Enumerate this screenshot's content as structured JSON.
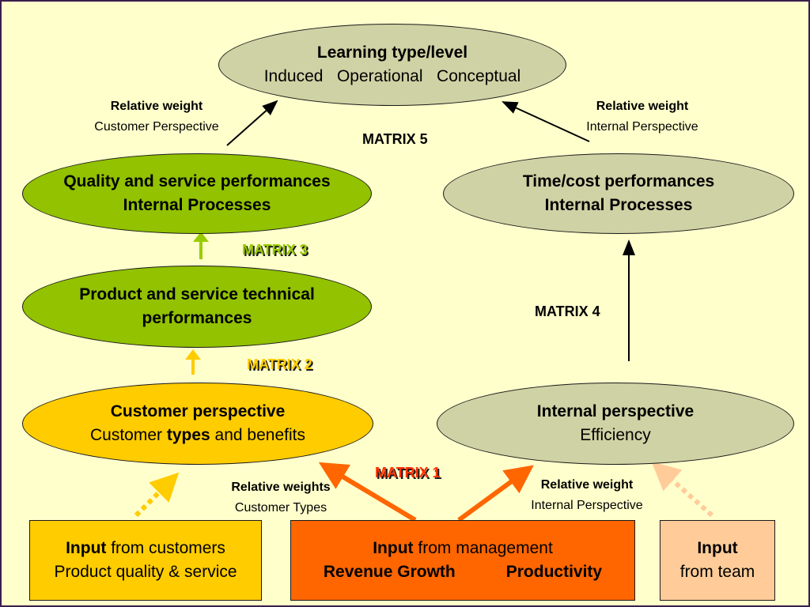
{
  "learning": {
    "title": "Learning type/level",
    "subtitle": "Induced   Operational   Conceptual"
  },
  "quality": {
    "line1": "Quality and service performances",
    "line2": "Internal Processes"
  },
  "timecost": {
    "line1": "Time/cost performances",
    "line2": "Internal Processes"
  },
  "product": {
    "line1": "Product and service technical",
    "line2": "performances"
  },
  "customer": {
    "title": "Customer perspective",
    "pre": "Customer ",
    "bold": "types",
    "post": " and benefits"
  },
  "internal": {
    "title": "Internal perspective",
    "subtitle": "Efficiency"
  },
  "input_customers": {
    "bold": "Input",
    "rest": " from customers",
    "line2": "Product quality & service"
  },
  "input_management": {
    "bold": "Input",
    "rest": " from management",
    "left": "Revenue Growth",
    "right": "Productivity"
  },
  "input_team": {
    "bold": "Input",
    "line2": "from team"
  },
  "labels": {
    "rw_customer_title": "Relative weight",
    "rw_customer_sub": "Customer Perspective",
    "rw_internal_title": "Relative weight",
    "rw_internal_sub": "Internal Perspective",
    "rws_types_title": "Relative weights",
    "rws_types_sub": "Customer Types",
    "rw_internal2_title": "Relative weight",
    "rw_internal2_sub": "Internal Perspective"
  },
  "matrices": {
    "m1": "MATRIX 1",
    "m2": "MATRIX 2",
    "m3": "MATRIX 3",
    "m4": "MATRIX 4",
    "m5": "MATRIX 5"
  },
  "colors": {
    "background": "#ffffcc",
    "olive": "#cfd2a4",
    "green": "#92c200",
    "yellow": "#ffcc00",
    "orange": "#ff6600",
    "peach": "#ffcc99",
    "matrix1": "#ff3300",
    "matrix2": "#ffcc00",
    "matrix3": "#99cc00"
  }
}
